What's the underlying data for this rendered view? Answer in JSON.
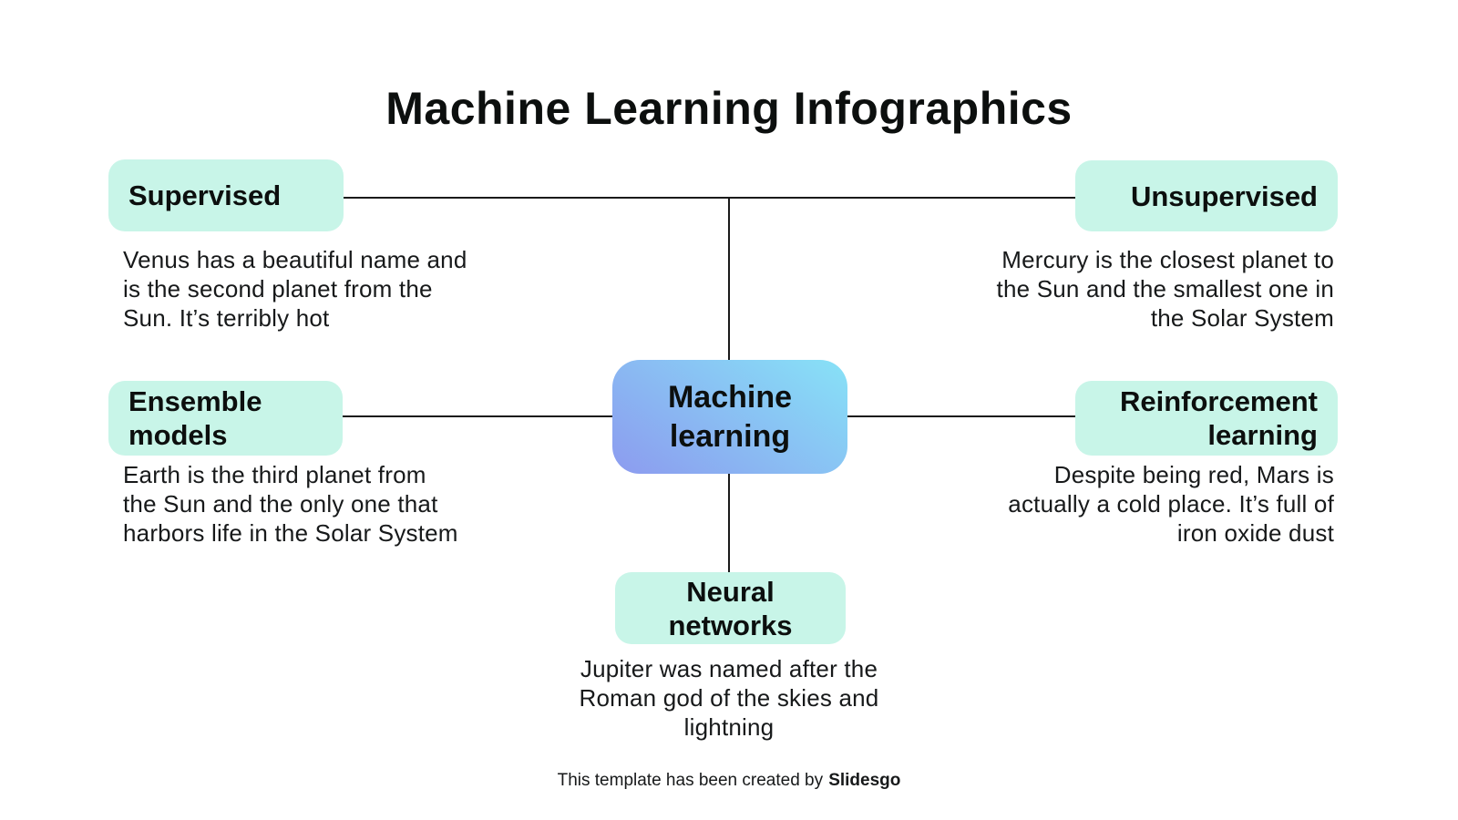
{
  "title": "Machine Learning Infographics",
  "center_node": {
    "label": "Machine\nlearning"
  },
  "nodes": [
    {
      "id": "supervised",
      "label": "Supervised",
      "description": "Venus has a beautiful name and\nis the second planet from the\nSun. It’s terribly hot"
    },
    {
      "id": "unsupervised",
      "label": "Unsupervised",
      "description": "Mercury is the closest planet to\nthe Sun and the smallest one in\nthe Solar System"
    },
    {
      "id": "ensemble-models",
      "label": "Ensemble\nmodels",
      "description": "Earth is the third planet from\nthe Sun and the only one that\nharbors life in the Solar System"
    },
    {
      "id": "reinforcement-learning",
      "label": "Reinforcement\nlearning",
      "description": "Despite being red, Mars is\nactually a cold place. It’s full of\niron oxide dust"
    },
    {
      "id": "neural-networks",
      "label": "Neural\nnetworks",
      "description": "Jupiter was named after the\nRoman god of the skies and\nlightning"
    }
  ],
  "footer": {
    "text": "This template has been created by",
    "brand": "Slidesgo"
  },
  "colors": {
    "background": "#ffffff",
    "node_fill": "#c8f5e8",
    "center_gradient_start": "#87e2f7",
    "center_gradient_end": "#8c9bef",
    "connector": "#1a1a1a",
    "heading_text": "#0c0f0e",
    "body_text": "#17191a"
  }
}
